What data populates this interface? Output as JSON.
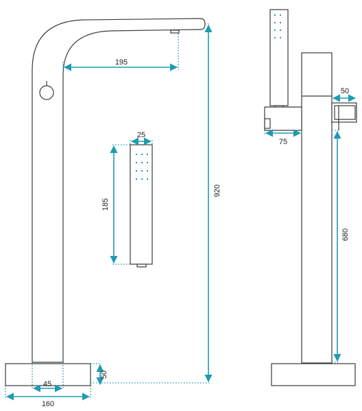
{
  "accent_color": "#1e9bb3",
  "line_color": "#3a3a3a",
  "dimensions": {
    "spout_reach": "195",
    "handshower_width": "25",
    "handshower_length": "185",
    "total_height": "920",
    "base_height": "50",
    "base_inner_width": "45",
    "base_width": "160",
    "wall_projection": "50",
    "holder_width": "75",
    "holder_height": "680"
  },
  "icons": [
    "front-view-faucet",
    "handshower-detail",
    "side-view-faucet"
  ]
}
